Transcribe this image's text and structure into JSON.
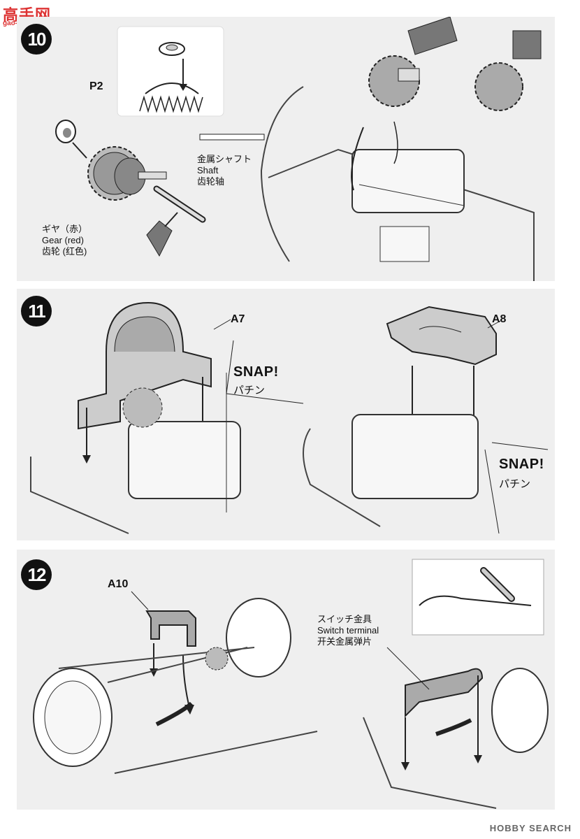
{
  "watermark": {
    "logo": "高手网",
    "url": "gao-shou.com",
    "source": "HOBBY SEARCH"
  },
  "step10": {
    "number": "10",
    "p2": "P2",
    "shaft_jp": "金属シャフト",
    "shaft_en": "Shaft",
    "shaft_cn": "齿轮轴",
    "gear_jp": "ギヤ（赤）",
    "gear_en": "Gear (red)",
    "gear_cn": "齿轮 (红色)"
  },
  "step11": {
    "number": "11",
    "a7": "A7",
    "a8": "A8",
    "snap1": "SNAP!",
    "snap1_jp": "パチン",
    "snap2": "SNAP!",
    "snap2_jp": "パチン"
  },
  "step12": {
    "number": "12",
    "a10": "A10",
    "switch_jp": "スイッチ金具",
    "switch_en": "Switch terminal",
    "switch_cn": "开关金属弹片"
  }
}
